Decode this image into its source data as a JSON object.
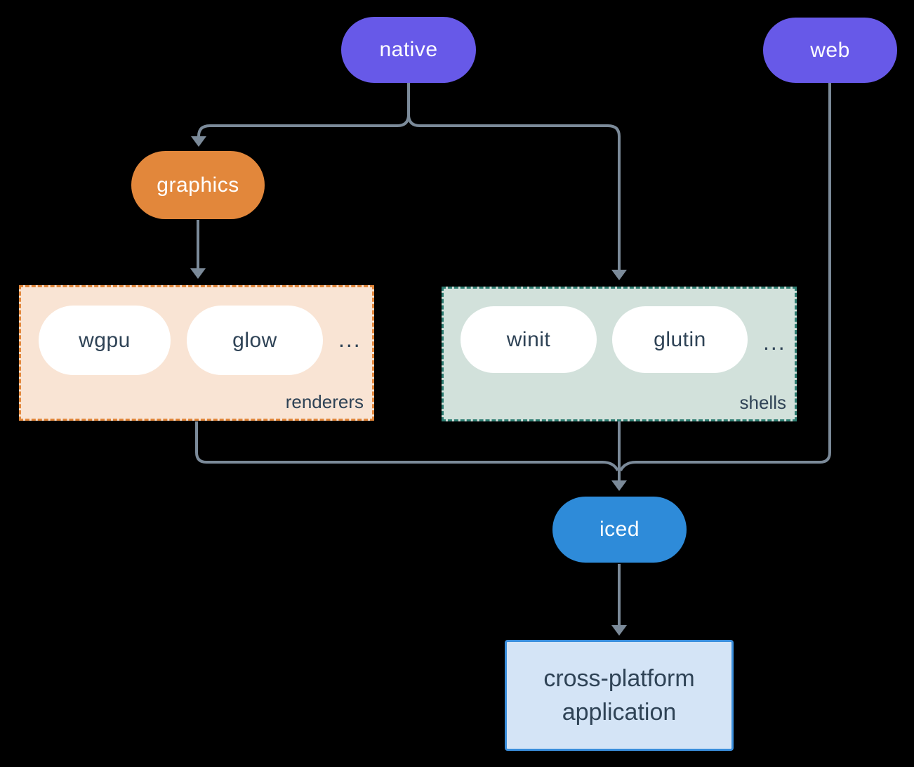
{
  "diagram": {
    "background_color": "#000000",
    "connector_color": "#7B8A99",
    "nodes": {
      "native": {
        "label": "native",
        "fill": "#6759E8",
        "text_color": "#FFFFFF"
      },
      "web": {
        "label": "web",
        "fill": "#6759E8",
        "text_color": "#FFFFFF"
      },
      "graphics": {
        "label": "graphics",
        "fill": "#E2873B",
        "text_color": "#FFFFFF"
      },
      "iced": {
        "label": "iced",
        "fill": "#2E8BD9",
        "text_color": "#FFFFFF"
      },
      "application": {
        "line1": "cross-platform",
        "line2": "application",
        "fill": "#D4E4F6",
        "border": "#3A8EDC",
        "text_color": "#2F4356"
      }
    },
    "groups": {
      "renderers": {
        "label": "renderers",
        "ellipsis": "...",
        "fill": "#F9E4D4",
        "border": "#E2873B",
        "items": [
          {
            "label": "wgpu"
          },
          {
            "label": "glow"
          }
        ]
      },
      "shells": {
        "label": "shells",
        "ellipsis": "...",
        "fill": "#D2E1DB",
        "border": "#2E7D72",
        "items": [
          {
            "label": "winit"
          },
          {
            "label": "glutin"
          }
        ]
      }
    },
    "edges": [
      {
        "from": "native",
        "to": "graphics"
      },
      {
        "from": "native",
        "to": "shells"
      },
      {
        "from": "graphics",
        "to": "renderers"
      },
      {
        "from": "renderers",
        "to": "iced"
      },
      {
        "from": "shells",
        "to": "iced"
      },
      {
        "from": "web",
        "to": "iced"
      },
      {
        "from": "iced",
        "to": "application"
      }
    ]
  }
}
